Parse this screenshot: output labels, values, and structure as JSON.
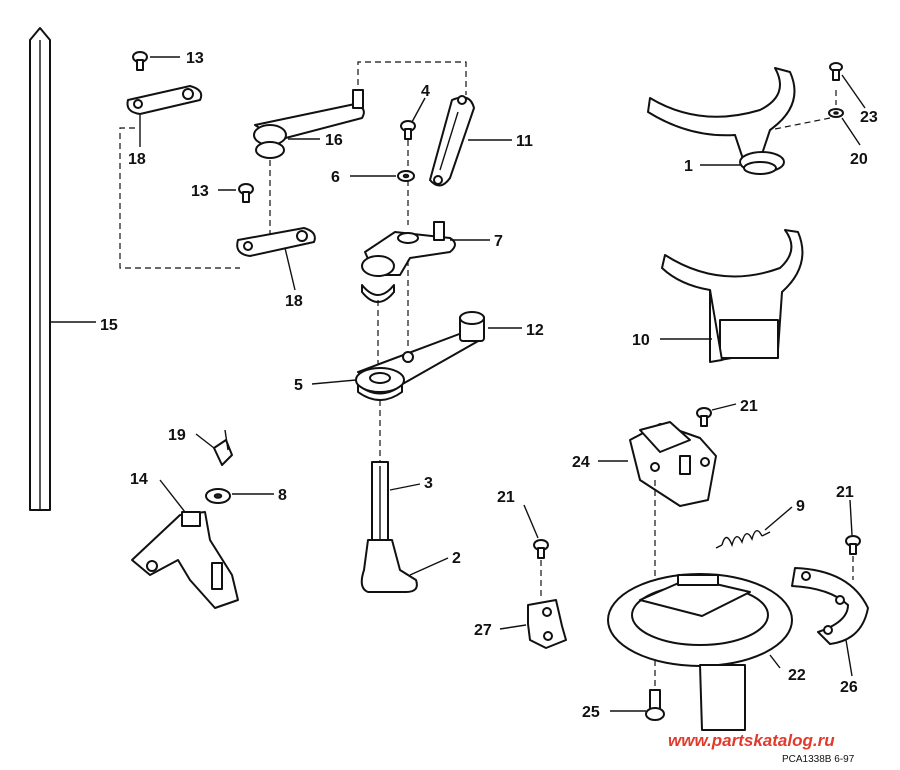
{
  "callouts": [
    {
      "id": "c13a",
      "text": "13"
    },
    {
      "id": "c18a",
      "text": "18"
    },
    {
      "id": "c13b",
      "text": "13"
    },
    {
      "id": "c18b",
      "text": "18"
    },
    {
      "id": "c15",
      "text": "15"
    },
    {
      "id": "c16",
      "text": "16"
    },
    {
      "id": "c4",
      "text": "4"
    },
    {
      "id": "c11",
      "text": "11"
    },
    {
      "id": "c6",
      "text": "6"
    },
    {
      "id": "c7",
      "text": "7"
    },
    {
      "id": "c12",
      "text": "12"
    },
    {
      "id": "c5",
      "text": "5"
    },
    {
      "id": "c3",
      "text": "3"
    },
    {
      "id": "c2",
      "text": "2"
    },
    {
      "id": "c19",
      "text": "19"
    },
    {
      "id": "c14",
      "text": "14"
    },
    {
      "id": "c8",
      "text": "8"
    },
    {
      "id": "c1",
      "text": "1"
    },
    {
      "id": "c23",
      "text": "23"
    },
    {
      "id": "c20",
      "text": "20"
    },
    {
      "id": "c10",
      "text": "10"
    },
    {
      "id": "c21a",
      "text": "21"
    },
    {
      "id": "c24",
      "text": "24"
    },
    {
      "id": "c9",
      "text": "9"
    },
    {
      "id": "c21b",
      "text": "21"
    },
    {
      "id": "c21c",
      "text": "21"
    },
    {
      "id": "c27",
      "text": "27"
    },
    {
      "id": "c26",
      "text": "26"
    },
    {
      "id": "c22",
      "text": "22"
    },
    {
      "id": "c25",
      "text": "25"
    }
  ],
  "footer": {
    "watermark": "www.partskatalog.ru",
    "drawing_code": "PCA1338B  6-97"
  }
}
